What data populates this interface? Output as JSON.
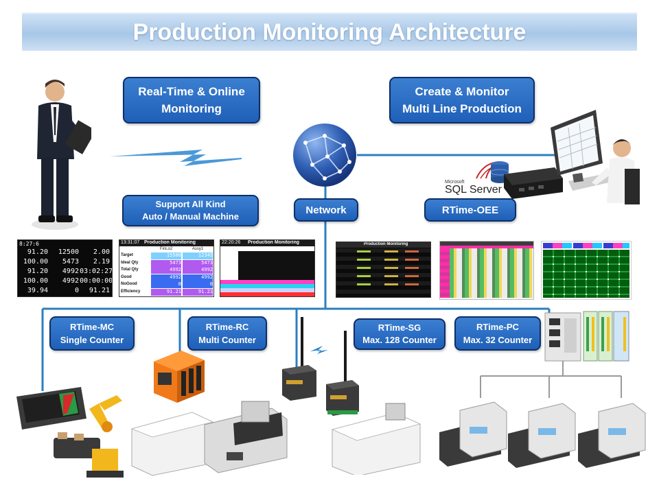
{
  "title": "Production Monitoring Architecture",
  "boxes": {
    "realtime": {
      "line1": "Real-Time & Online",
      "line2": "Monitoring"
    },
    "create": {
      "line1": "Create & Monitor",
      "line2": "Multi Line Production"
    },
    "support": {
      "line1": "Support All Kind",
      "line2": "Auto / Manual Machine"
    },
    "network": {
      "label": "Network"
    },
    "oee": {
      "label": "RTime-OEE"
    },
    "mc": {
      "line1": "RTime-MC",
      "line2": "Single Counter"
    },
    "rc": {
      "line1": "RTime-RC",
      "line2": "Multi Counter"
    },
    "sg": {
      "line1": "RTime-SG",
      "line2": "Max. 128 Counter"
    },
    "pc": {
      "line1": "RTime-PC",
      "line2": "Max. 32 Counter"
    }
  },
  "sql": {
    "brand": "Microsoft",
    "label": "SQL Server"
  },
  "screen2": {
    "time": "13:31:07",
    "header": "Production Monitoring",
    "col1": "FinLo2",
    "col2": "Assy1",
    "rows": [
      {
        "label": "Target",
        "v1": "15500",
        "v2": "12345"
      },
      {
        "label": "Ideal Qty",
        "v1": "5473",
        "v2": "5473"
      },
      {
        "label": "Total Qty",
        "v1": "4992",
        "v2": "4992"
      },
      {
        "label": "Good",
        "v1": "4992",
        "v2": "4992"
      },
      {
        "label": "NoGood",
        "v1": "0",
        "v2": "0"
      },
      {
        "label": "Efficiency",
        "v1": "91.21",
        "v2": "91.21"
      }
    ]
  },
  "screen3": {
    "time": "22:20:26",
    "header": "Production Monitoring"
  },
  "screen4": {
    "header": "Production Monitoring"
  },
  "screen1": {
    "time": "8:27:6",
    "rows": [
      {
        "a": "91.20",
        "b": "12500",
        "c": "2.00"
      },
      {
        "a": "100.00",
        "b": "5473",
        "c": "2.19"
      },
      {
        "a": "91.20",
        "b": "4992",
        "c": "03:02:27"
      },
      {
        "a": "100.00",
        "b": "4992",
        "c": "00:00:00"
      },
      {
        "a": "39.94",
        "b": "0",
        "c": "91.21"
      }
    ]
  },
  "colors": {
    "box": "#2a6cc7",
    "line": "#2b7fc0",
    "title": "#ffffff"
  }
}
